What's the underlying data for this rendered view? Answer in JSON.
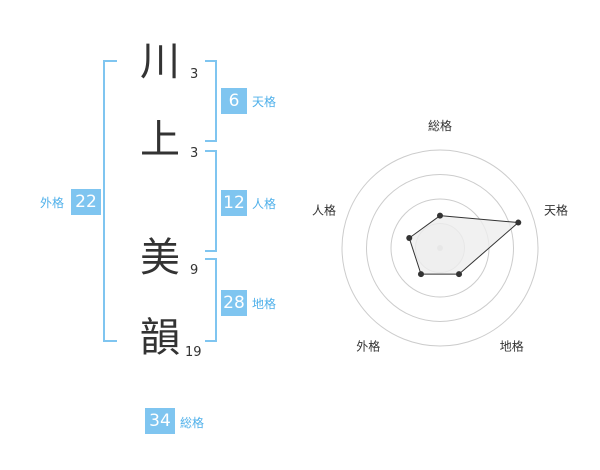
{
  "name": {
    "characters": [
      {
        "char": "川",
        "strokes": "3"
      },
      {
        "char": "上",
        "strokes": "3"
      },
      {
        "char": "美",
        "strokes": "9"
      },
      {
        "char": "韻",
        "strokes": "19"
      }
    ]
  },
  "fortune": {
    "tenkaku": {
      "value": "6",
      "label": "天格"
    },
    "jinkaku": {
      "value": "12",
      "label": "人格"
    },
    "chikaku": {
      "value": "28",
      "label": "地格"
    },
    "gaikaku": {
      "value": "22",
      "label": "外格"
    },
    "soukaku": {
      "value": "34",
      "label": "総格"
    }
  },
  "chart_data": {
    "type": "radar",
    "axes": [
      "総格",
      "天格",
      "地格",
      "外格",
      "人格"
    ],
    "rings": 4,
    "values": [
      0.33,
      0.84,
      0.33,
      0.33,
      0.33
    ],
    "colors": {
      "fill": "#eeeeee",
      "stroke": "#333333",
      "grid": "#cccccc",
      "center": "#cccccc"
    }
  }
}
